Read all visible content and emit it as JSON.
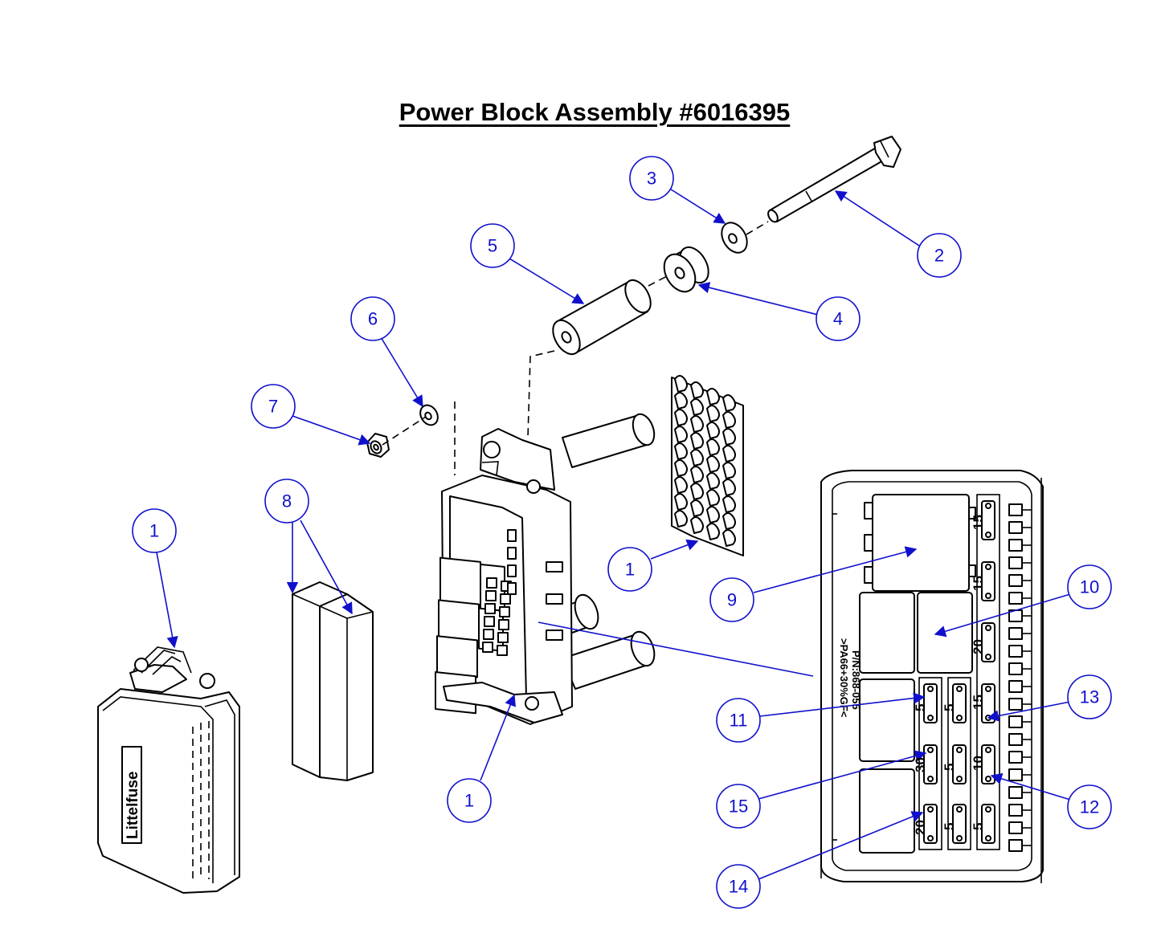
{
  "title": "Power Block Assembly #6016395",
  "colors": {
    "callout": "#1010cc",
    "line": "#000000"
  },
  "callouts": [
    {
      "id": "c1a",
      "label": "1"
    },
    {
      "id": "c1b",
      "label": "1"
    },
    {
      "id": "c1c",
      "label": "1"
    },
    {
      "id": "c2",
      "label": "2"
    },
    {
      "id": "c3",
      "label": "3"
    },
    {
      "id": "c4",
      "label": "4"
    },
    {
      "id": "c5",
      "label": "5"
    },
    {
      "id": "c6",
      "label": "6"
    },
    {
      "id": "c7",
      "label": "7"
    },
    {
      "id": "c8",
      "label": "8"
    },
    {
      "id": "c9",
      "label": "9"
    },
    {
      "id": "c10",
      "label": "10"
    },
    {
      "id": "c11",
      "label": "11"
    },
    {
      "id": "c12",
      "label": "12"
    },
    {
      "id": "c13",
      "label": "13"
    },
    {
      "id": "c14",
      "label": "14"
    },
    {
      "id": "c15",
      "label": "15"
    }
  ],
  "fuse_ratings": {
    "right_col": [
      "15",
      "15",
      "20",
      "15",
      "10",
      "5"
    ],
    "mid_col": [
      "5",
      "5",
      "5"
    ],
    "left_col": [
      "5",
      "30",
      "20"
    ]
  },
  "part_number_lines": [
    "P/N:868-055",
    ">PA66+30%GF<"
  ],
  "cover_logo": "Littelfuse"
}
